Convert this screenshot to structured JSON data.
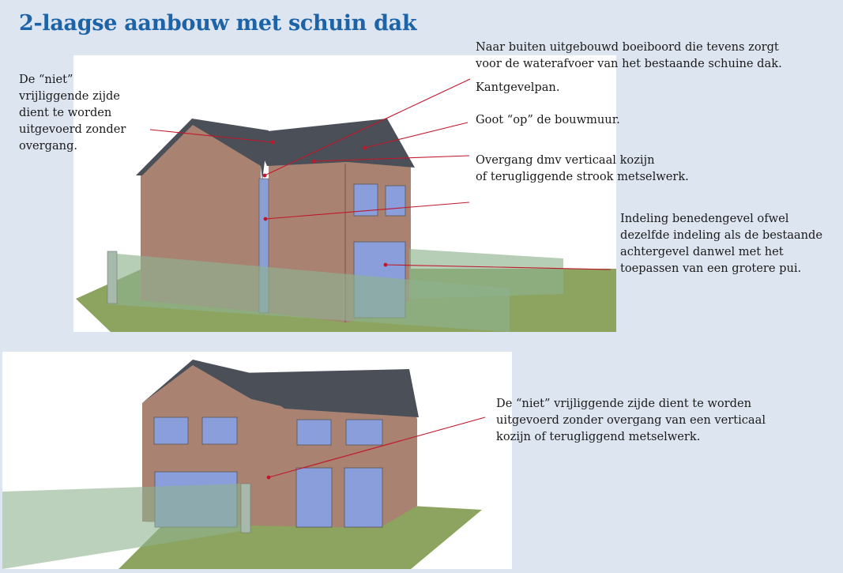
{
  "title": "2-laagse aanbouw met schuin dak",
  "annotations_top": {
    "niet_vrijliggend": "De “niet”\nvrijliggende zijde\ndient te worden\nuitgevoerd zonder\novergang.",
    "boeiboord": "Naar buiten uitgebouwd boeiboord die tevens zorgt\nvoor de waterafvoer van het bestaande schuine dak.",
    "kantgevelpan": "Kantgevelpan.",
    "goot": "Goot “op” de bouwmuur.",
    "overgang": "Overgang dmv verticaal kozijn\nof terugliggende strook metselwerk.",
    "indeling": "Indeling benedengevel ofwel\ndezelfde indeling als de bestaande\nachtergevel danwel met het\ntoepassen van een grotere pui."
  },
  "annotations_bottom": {
    "niet_vrijliggend_full": "De “niet” vrijliggende zijde dient te worden\nuitgevoerd zonder overgang van een verticaal\nkozijn of terugliggend metselwerk."
  },
  "colors": {
    "title": "#1c63a8",
    "leader_line": "#c0182a",
    "brick": "#a98272",
    "roof": "#4b4f57",
    "glass": "#8a9edb",
    "ground": "#7f9a4e",
    "fence": "#8fb28f"
  }
}
